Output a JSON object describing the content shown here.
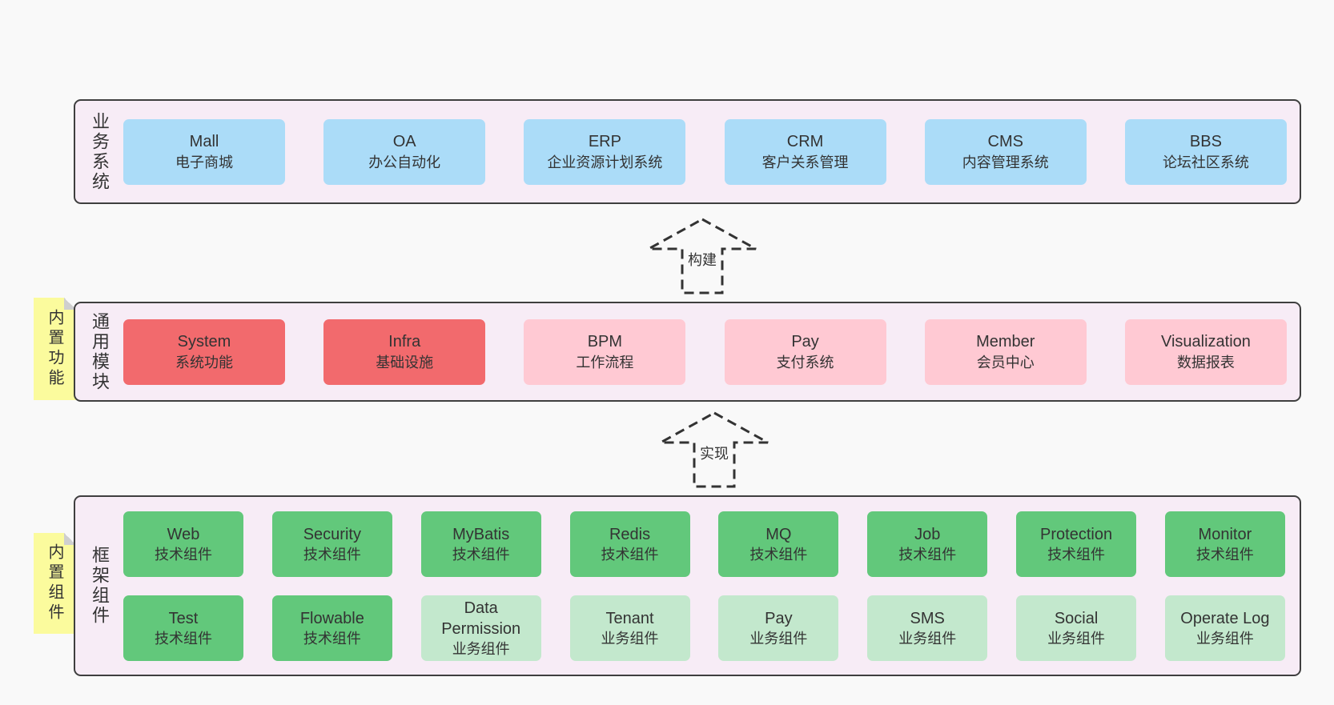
{
  "colors": {
    "page_bg": "#f9f9f9",
    "panel_bg": "#f7ecf6",
    "panel_border": "#3f3f3f",
    "box_blue": "#abdcf8",
    "box_red": "#f26a6d",
    "box_pink": "#ffc9d3",
    "box_green_dark": "#62c87b",
    "box_green_light": "#c3e8cd",
    "sticky_yellow": "#fbfb9d",
    "sticky_fold": "#cfcfcf",
    "text": "#333333"
  },
  "arrows": [
    {
      "label": "构建"
    },
    {
      "label": "实现"
    }
  ],
  "panels": [
    {
      "label": "业务系统",
      "boxes": [
        {
          "title": "Mall",
          "subtitle": "电子商城",
          "variant": "blue"
        },
        {
          "title": "OA",
          "subtitle": "办公自动化",
          "variant": "blue"
        },
        {
          "title": "ERP",
          "subtitle": "企业资源计划系统",
          "variant": "blue"
        },
        {
          "title": "CRM",
          "subtitle": "客户关系管理",
          "variant": "blue"
        },
        {
          "title": "CMS",
          "subtitle": "内容管理系统",
          "variant": "blue"
        },
        {
          "title": "BBS",
          "subtitle": "论坛社区系统",
          "variant": "blue"
        }
      ]
    },
    {
      "label": "通用模块",
      "sticky": "内置功能",
      "boxes": [
        {
          "title": "System",
          "subtitle": "系统功能",
          "variant": "red"
        },
        {
          "title": "Infra",
          "subtitle": "基础设施",
          "variant": "red"
        },
        {
          "title": "BPM",
          "subtitle": "工作流程",
          "variant": "pink"
        },
        {
          "title": "Pay",
          "subtitle": "支付系统",
          "variant": "pink"
        },
        {
          "title": "Member",
          "subtitle": "会员中心",
          "variant": "pink"
        },
        {
          "title": "Visualization",
          "subtitle": "数据报表",
          "variant": "pink"
        }
      ]
    },
    {
      "label": "框架组件",
      "sticky": "内置组件",
      "rows": [
        [
          {
            "title": "Web",
            "subtitle": "技术组件",
            "variant": "green-dark"
          },
          {
            "title": "Security",
            "subtitle": "技术组件",
            "variant": "green-dark"
          },
          {
            "title": "MyBatis",
            "subtitle": "技术组件",
            "variant": "green-dark"
          },
          {
            "title": "Redis",
            "subtitle": "技术组件",
            "variant": "green-dark"
          },
          {
            "title": "MQ",
            "subtitle": "技术组件",
            "variant": "green-dark"
          },
          {
            "title": "Job",
            "subtitle": "技术组件",
            "variant": "green-dark"
          },
          {
            "title": "Protection",
            "subtitle": "技术组件",
            "variant": "green-dark"
          },
          {
            "title": "Monitor",
            "subtitle": "技术组件",
            "variant": "green-dark"
          }
        ],
        [
          {
            "title": "Test",
            "subtitle": "技术组件",
            "variant": "green-dark"
          },
          {
            "title": "Flowable",
            "subtitle": "技术组件",
            "variant": "green-dark"
          },
          {
            "title": "Data Permission",
            "subtitle": "业务组件",
            "variant": "green-light"
          },
          {
            "title": "Tenant",
            "subtitle": "业务组件",
            "variant": "green-light"
          },
          {
            "title": "Pay",
            "subtitle": "业务组件",
            "variant": "green-light"
          },
          {
            "title": "SMS",
            "subtitle": "业务组件",
            "variant": "green-light"
          },
          {
            "title": "Social",
            "subtitle": "业务组件",
            "variant": "green-light"
          },
          {
            "title": "Operate Log",
            "subtitle": "业务组件",
            "variant": "green-light"
          }
        ]
      ]
    }
  ]
}
